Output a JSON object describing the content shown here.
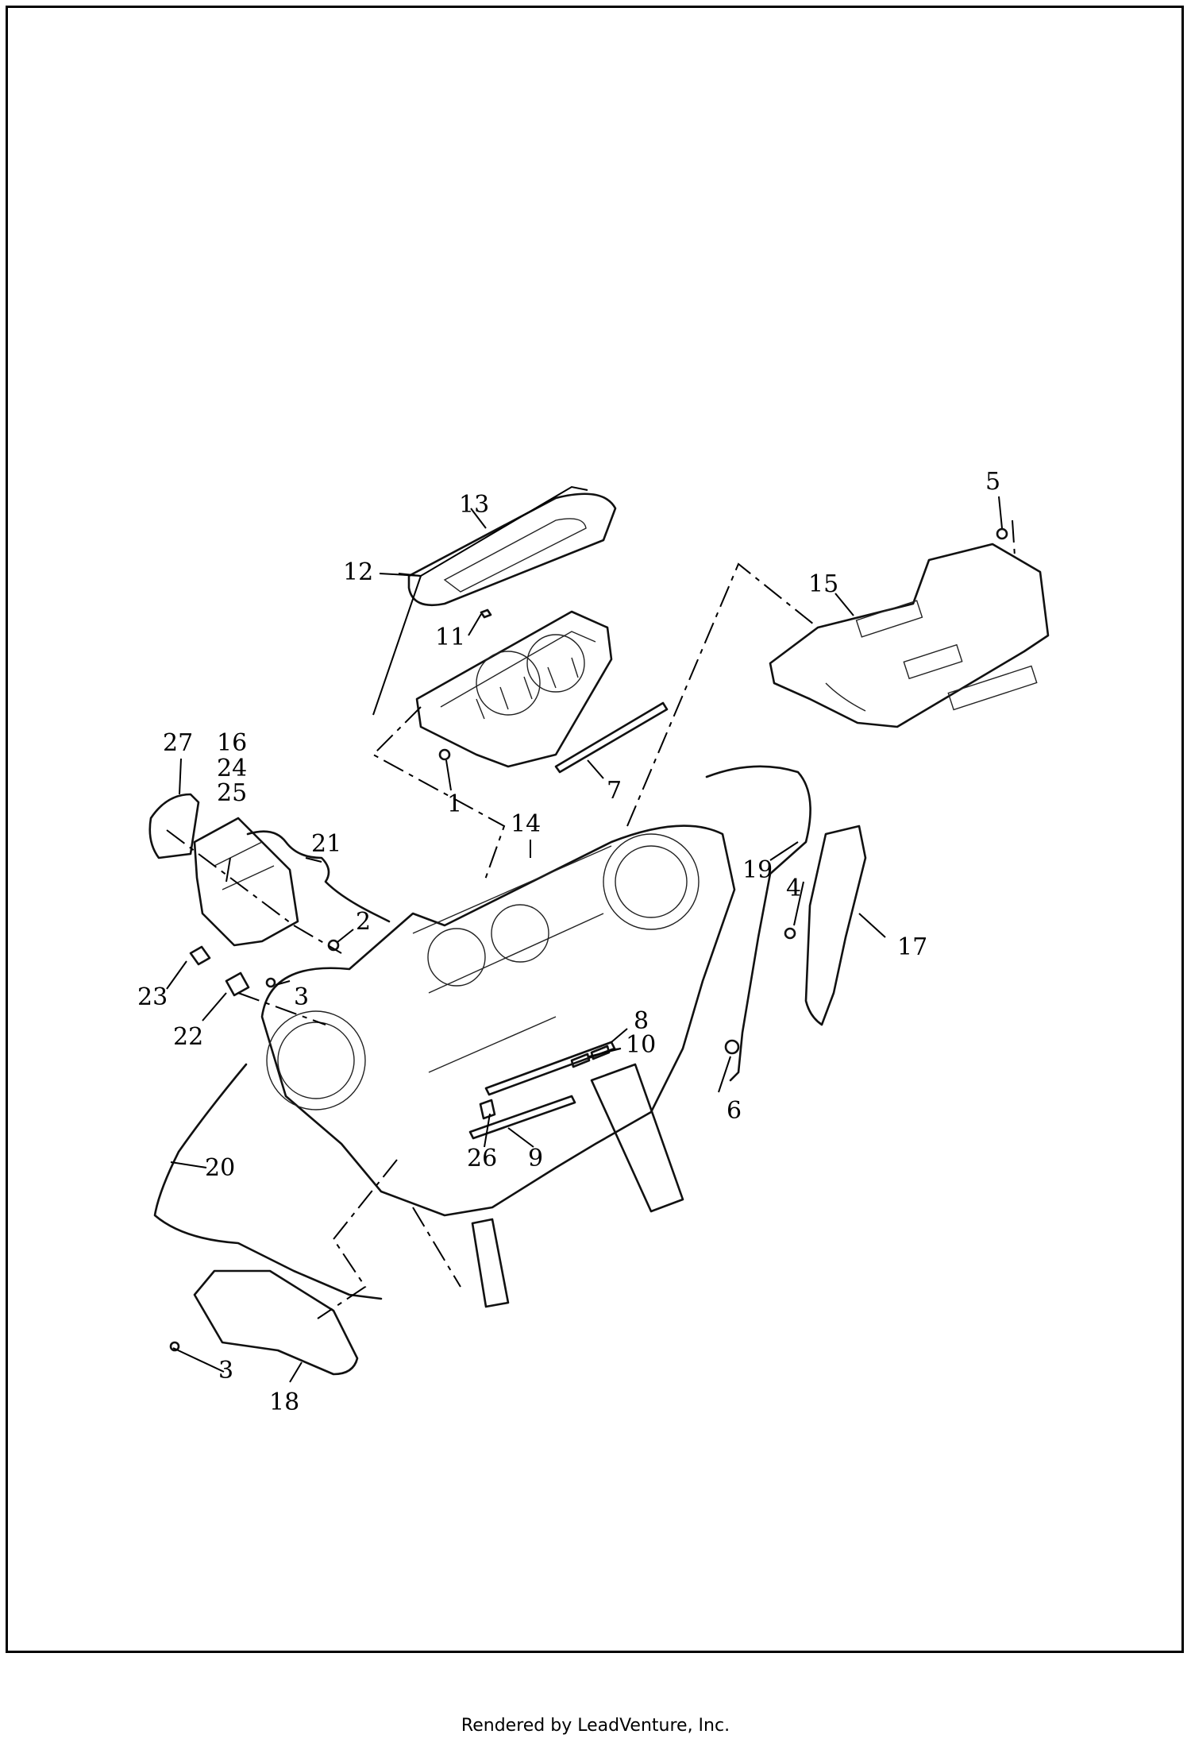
{
  "labels": [
    "1",
    "2",
    "3",
    "3",
    "4",
    "5",
    "6",
    "7",
    "8",
    "9",
    "10",
    "11",
    "12",
    "13",
    "14",
    "15",
    "16",
    "17",
    "18",
    "19",
    "20",
    "21",
    "22",
    "23",
    "24",
    "25",
    "26",
    "27"
  ],
  "footer": "Rendered by LeadVenture, Inc."
}
